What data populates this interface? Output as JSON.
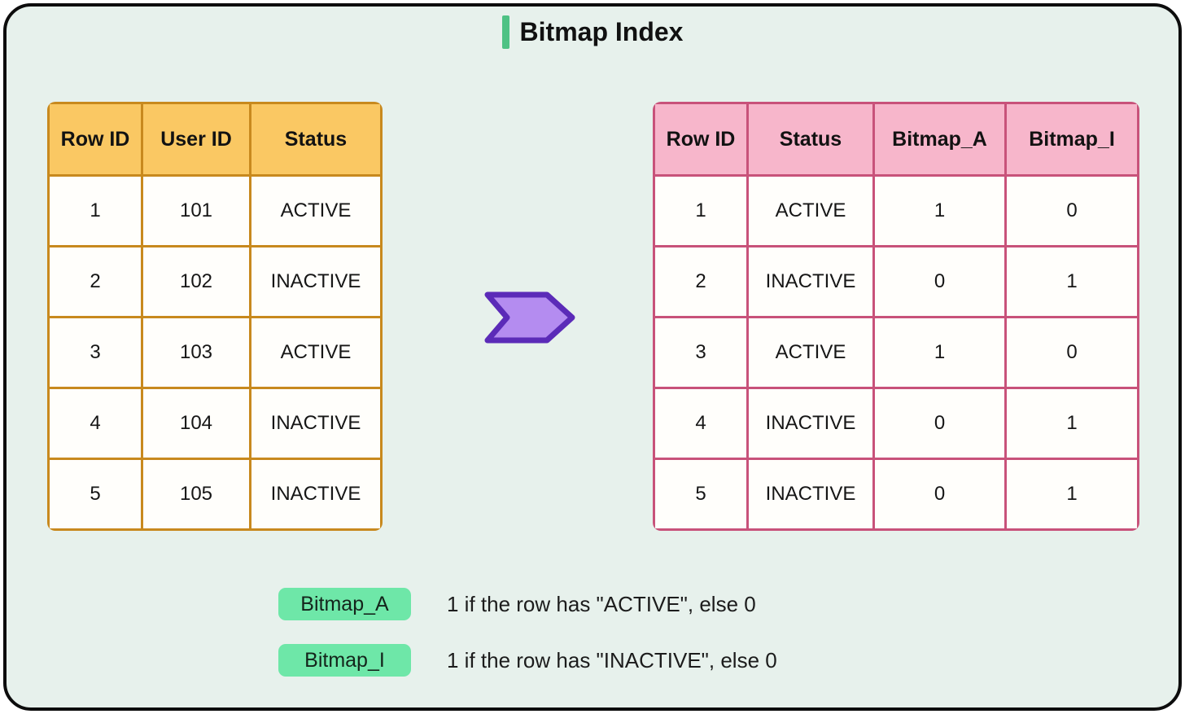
{
  "title": {
    "text": "Bitmap Index"
  },
  "colors": {
    "background": "#E7F1EC",
    "frame_border": "#0d0d0d",
    "title_accent": "#4EC284",
    "orange_header": "#FAC863",
    "orange_border": "#C8891E",
    "pink_header": "#F7B6CB",
    "pink_border": "#C8527A",
    "arrow_fill": "#B48CF0",
    "arrow_stroke": "#5B2BB8",
    "legend_badge": "#6EE7A8"
  },
  "left_table": {
    "headers": [
      "Row ID",
      "User ID",
      "Status"
    ],
    "rows": [
      [
        "1",
        "101",
        "ACTIVE"
      ],
      [
        "2",
        "102",
        "INACTIVE"
      ],
      [
        "3",
        "103",
        "ACTIVE"
      ],
      [
        "4",
        "104",
        "INACTIVE"
      ],
      [
        "5",
        "105",
        "INACTIVE"
      ]
    ]
  },
  "right_table": {
    "headers": [
      "Row ID",
      "Status",
      "Bitmap_A",
      "Bitmap_I"
    ],
    "rows": [
      [
        "1",
        "ACTIVE",
        "1",
        "0"
      ],
      [
        "2",
        "INACTIVE",
        "0",
        "1"
      ],
      [
        "3",
        "ACTIVE",
        "1",
        "0"
      ],
      [
        "4",
        "INACTIVE",
        "0",
        "1"
      ],
      [
        "5",
        "INACTIVE",
        "0",
        "1"
      ]
    ]
  },
  "icons": {
    "arrow": "chevron-right-arrow"
  },
  "legend": [
    {
      "badge": "Bitmap_A",
      "description": "1 if the row has \"ACTIVE\", else 0"
    },
    {
      "badge": "Bitmap_I",
      "description": "1 if the row has \"INACTIVE\", else 0"
    }
  ]
}
